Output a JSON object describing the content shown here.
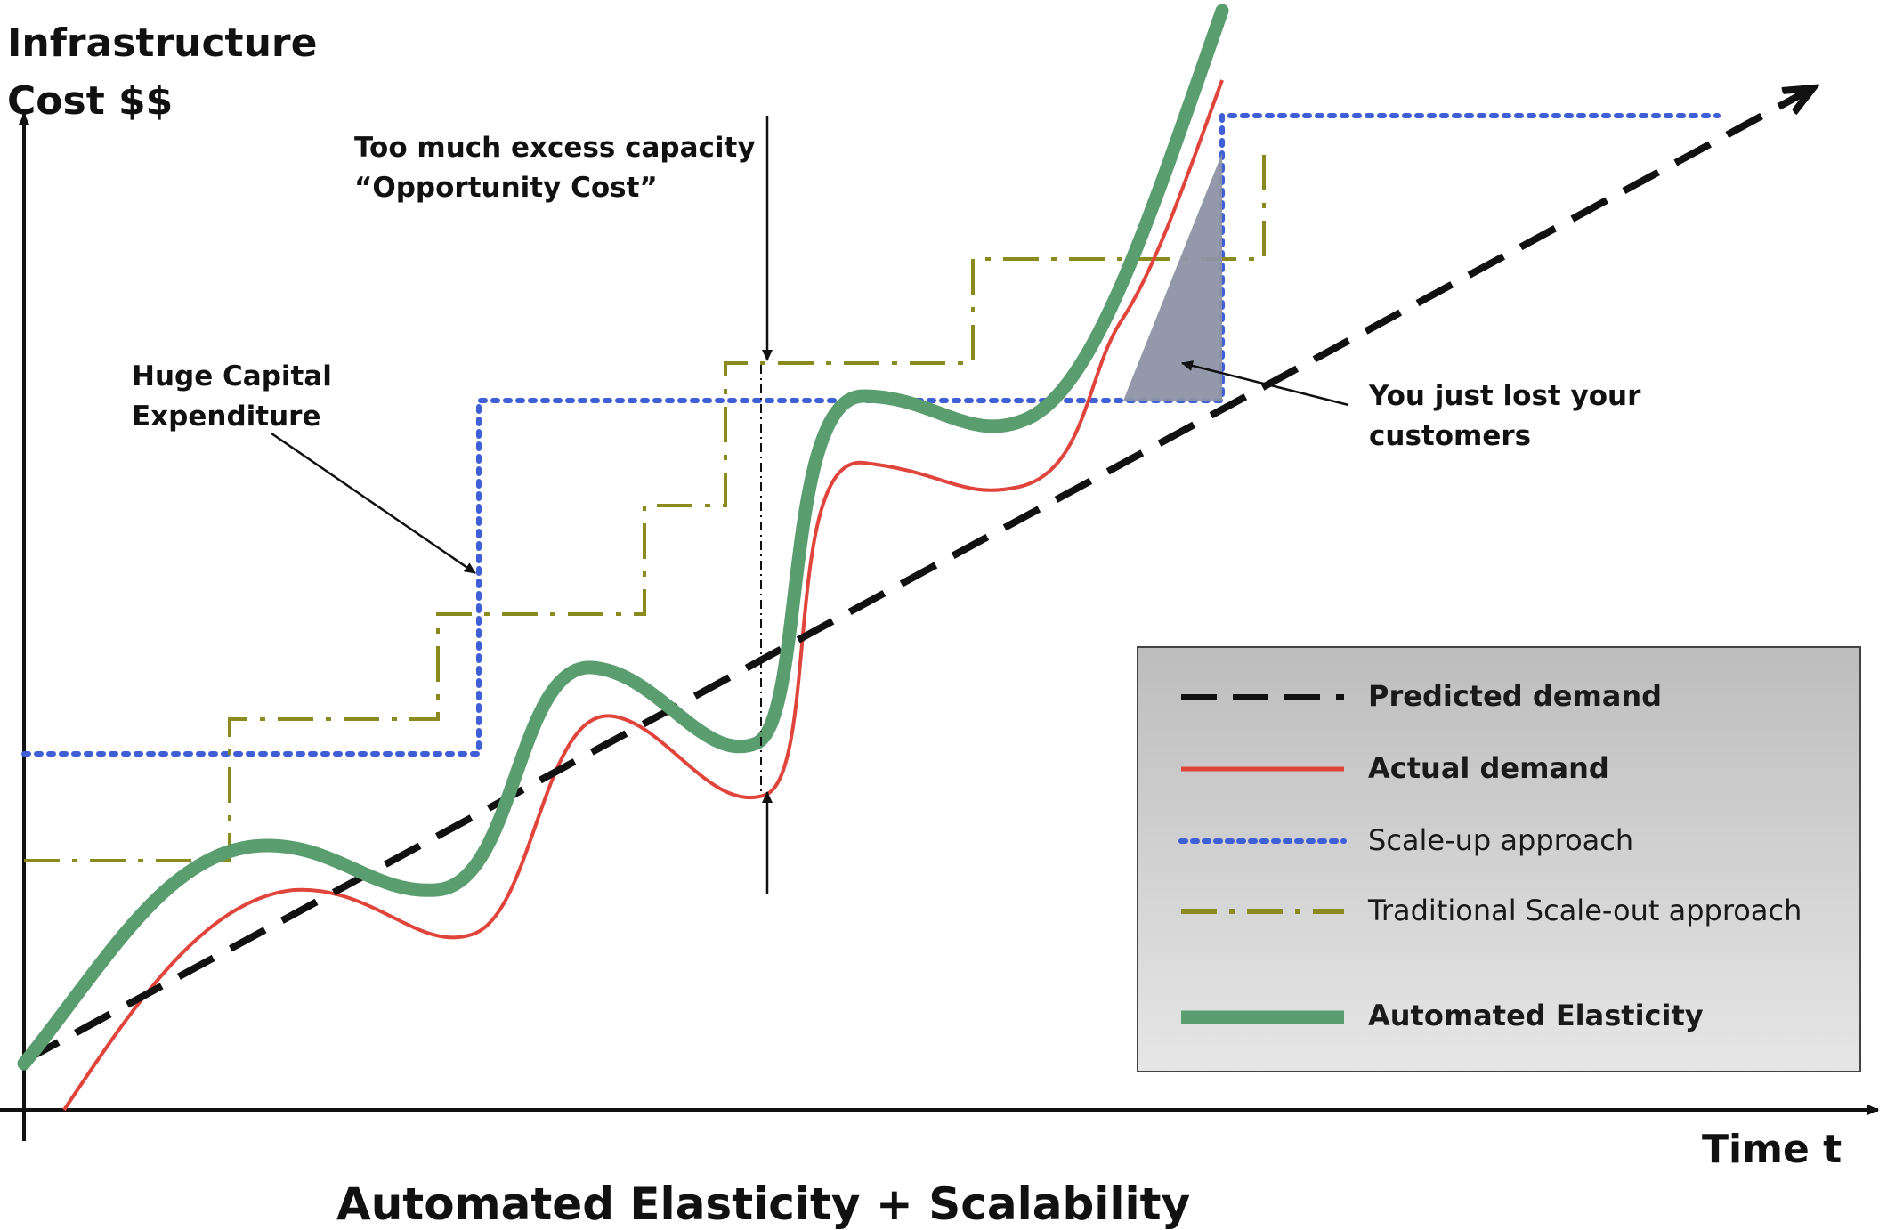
{
  "chart_data": {
    "type": "line",
    "title": "Automated Elasticity + Scalability",
    "ylabel": [
      "Infrastructure",
      "Cost $$"
    ],
    "xlabel": "Time t",
    "annotations": {
      "excess_capacity": [
        "Too much excess capacity",
        "“Opportunity Cost”"
      ],
      "capital_expenditure": [
        "Huge Capital",
        "Expenditure"
      ],
      "lost_customers": [
        "You just lost your",
        "customers"
      ]
    },
    "legend": [
      {
        "label": "Predicted demand",
        "style": "dashed",
        "color": "#111111",
        "bold": true
      },
      {
        "label": "Actual demand",
        "style": "solid",
        "color": "#e0443a",
        "bold": true
      },
      {
        "label": "Scale-up approach",
        "style": "dotted",
        "color": "#3f5fd6",
        "bold": false
      },
      {
        "label": "Traditional Scale-out approach",
        "style": "dashdot",
        "color": "#8a8a1e",
        "bold": false
      },
      {
        "label": "Automated Elasticity",
        "style": "thick",
        "color": "#5a9e6f",
        "bold": true
      }
    ],
    "legend_position": "bottom-right",
    "grid": false
  }
}
